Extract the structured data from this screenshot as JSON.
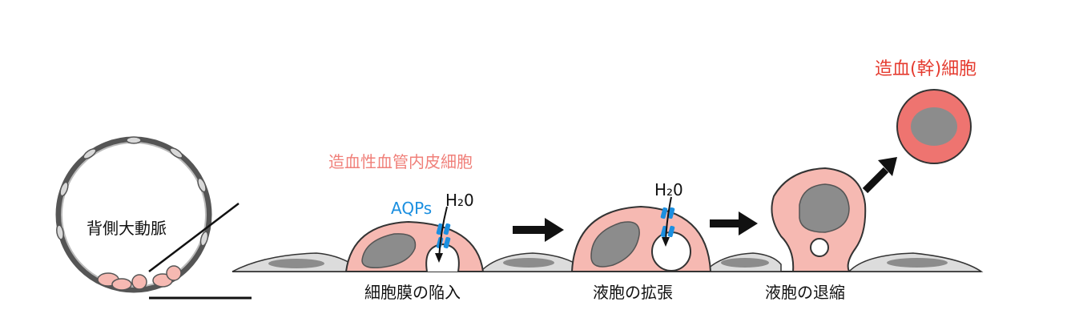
{
  "labels": {
    "dorsal_aorta": "背側大動脈",
    "hemogenic_endothelium": "造血性血管内皮細胞",
    "hematopoietic_cell": "造血(幹)細胞",
    "aqps": "AQPs",
    "water_1": "H₂0",
    "water_2": "H₂0",
    "step_1": "細胞膜の陥入",
    "step_2": "液胞の拡張",
    "step_3": "液胞の退縮"
  },
  "colors": {
    "cell_pink": "#f6b9b2",
    "nucleus_gray": "#8c8c8c",
    "flat_cell_gray": "#dcdcdc",
    "aqp_blue": "#1b8fe0",
    "label_pink": "#f0807a",
    "label_red": "#e53b2f",
    "hsc_red": "#ee7470",
    "outline": "#333333"
  }
}
